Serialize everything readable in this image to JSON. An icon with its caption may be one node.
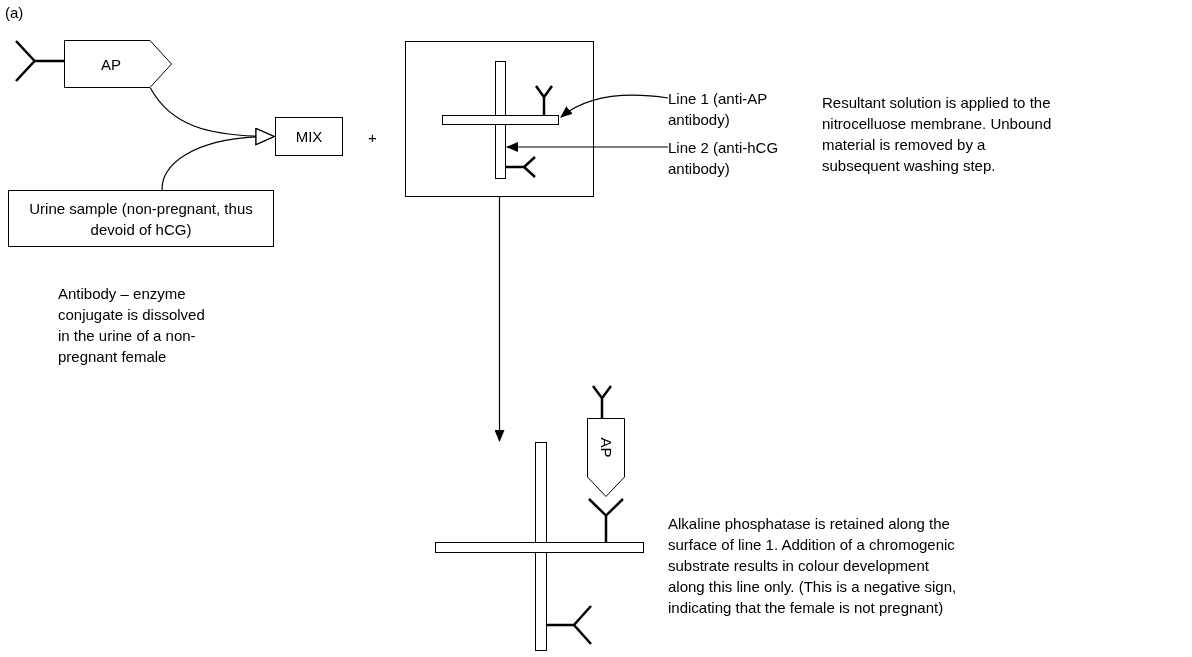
{
  "diagram": {
    "nodes": [
      {
        "text": [
          "AP"
        ]
      },
      {
        "text": [
          "MIX"
        ]
      },
      {
        "text": [],
        "shape": "box"
      },
      {
        "text": [],
        "shape": "bar",
        "in": 2
      },
      {
        "text": [],
        "shape": "bar",
        "in": 2
      },
      {
        "text": [
          "Line 1 (anti-AP antibody)"
        ]
      },
      {
        "text": [
          "Line 2 (anti-hCG antibody)"
        ]
      },
      {
        "text": [
          "Urine sample (non-pregnant, thus devoid of hCG)"
        ]
      },
      {
        "text": [],
        "shape": "picture"
      },
      {
        "text": [
          "AP"
        ]
      }
    ],
    "edges": [
      {
        "from": 0,
        "to": 1,
        "arrow": "to"
      },
      {
        "from": 7,
        "to": 1,
        "arrow": "to"
      },
      {
        "from": 5,
        "to": 3,
        "arrow": "to"
      },
      {
        "from": 6,
        "to": 4,
        "arrow": "to"
      },
      {
        "from": 2,
        "to": 8,
        "arrow": "to"
      }
    ],
    "labels": [
      "(a)",
      "+",
      "Resultant solution is applied to the nitrocelluose membrane. Unbound material is removed by a subsequent washing step.",
      "Antibody – enzyme conjugate is dissolved in the urine of a non-pregnant female",
      "Alkaline phosphatase is retained along the surface of line 1. Addition of a chromogenic substrate results in colour development along this line only. (This is a negative sign, indicating that the female is not pregnant)"
    ]
  }
}
